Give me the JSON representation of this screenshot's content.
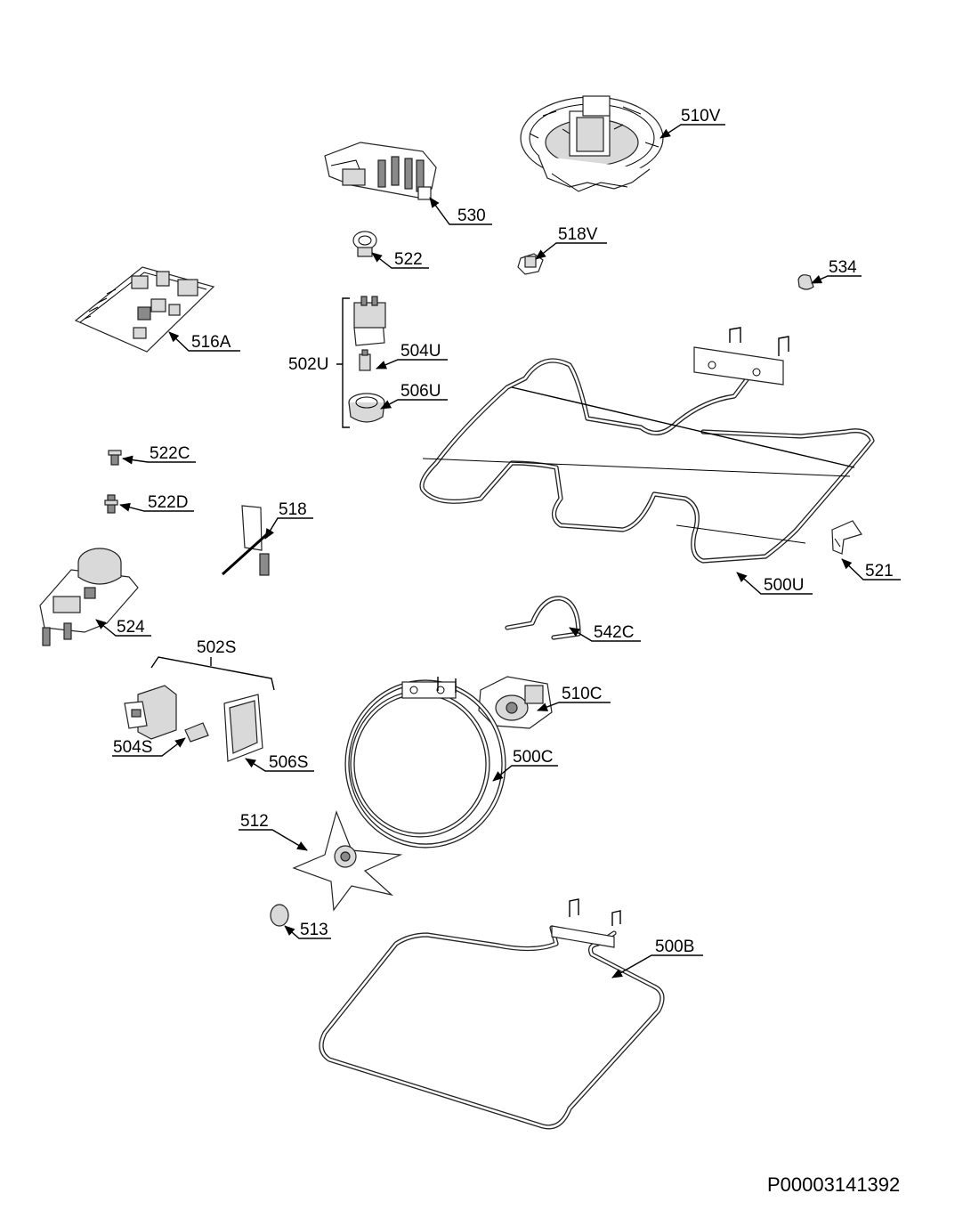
{
  "labels": {
    "l510V": "510V",
    "l530": "530",
    "l522": "522",
    "l518V": "518V",
    "l534": "534",
    "l516A": "516A",
    "l502U": "502U",
    "l504U": "504U",
    "l506U": "506U",
    "l522C": "522C",
    "l522D": "522D",
    "l518": "518",
    "l521": "521",
    "l500U": "500U",
    "l524": "524",
    "l542C": "542C",
    "l502S": "502S",
    "l510C": "510C",
    "l504S": "504S",
    "l506S": "506S",
    "l500C": "500C",
    "l512": "512",
    "l513": "513",
    "l500B": "500B"
  },
  "document_number": "P00003141392",
  "icons": {
    "leader_arrow": "arrow-icon",
    "heating_element": "heating-element-icon"
  },
  "colors": {
    "line": "#000000",
    "background": "#ffffff",
    "part_fill_light": "#d9d9d9",
    "part_fill_dark": "#8a8a8a"
  }
}
